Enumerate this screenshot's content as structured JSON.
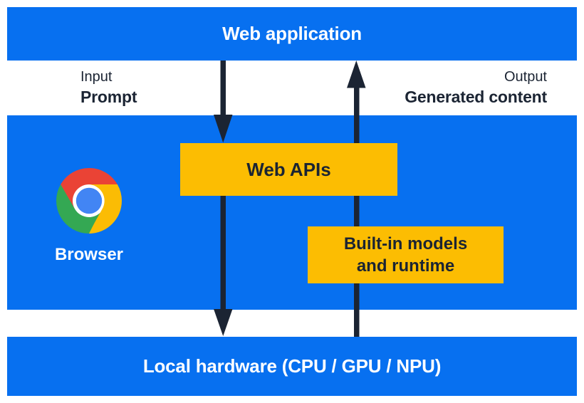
{
  "colors": {
    "band_blue": "#0770F0",
    "box_yellow": "#FCBD02",
    "ink_navy": "#1B2433",
    "text_white": "#FFFFFF",
    "chrome_red": "#EA4335",
    "chrome_green": "#34A853",
    "chrome_yellow": "#FBBC04",
    "chrome_blue": "#4285F4",
    "chrome_ring": "#FFFFFF"
  },
  "layers": {
    "web_application": {
      "label": "Web application"
    },
    "browser": {
      "label": "Browser",
      "web_apis": {
        "label": "Web APIs"
      },
      "builtin_models": {
        "label_lines": [
          "Built-in models",
          "and runtime"
        ]
      }
    },
    "local_hardware": {
      "label": "Local hardware (CPU / GPU / NPU)"
    }
  },
  "flows": {
    "input": {
      "title": "Input",
      "value": "Prompt",
      "direction": "down"
    },
    "output": {
      "title": "Output",
      "value": "Generated content",
      "direction": "up"
    }
  },
  "icons": {
    "browser_logo": "chrome-logo-icon"
  }
}
